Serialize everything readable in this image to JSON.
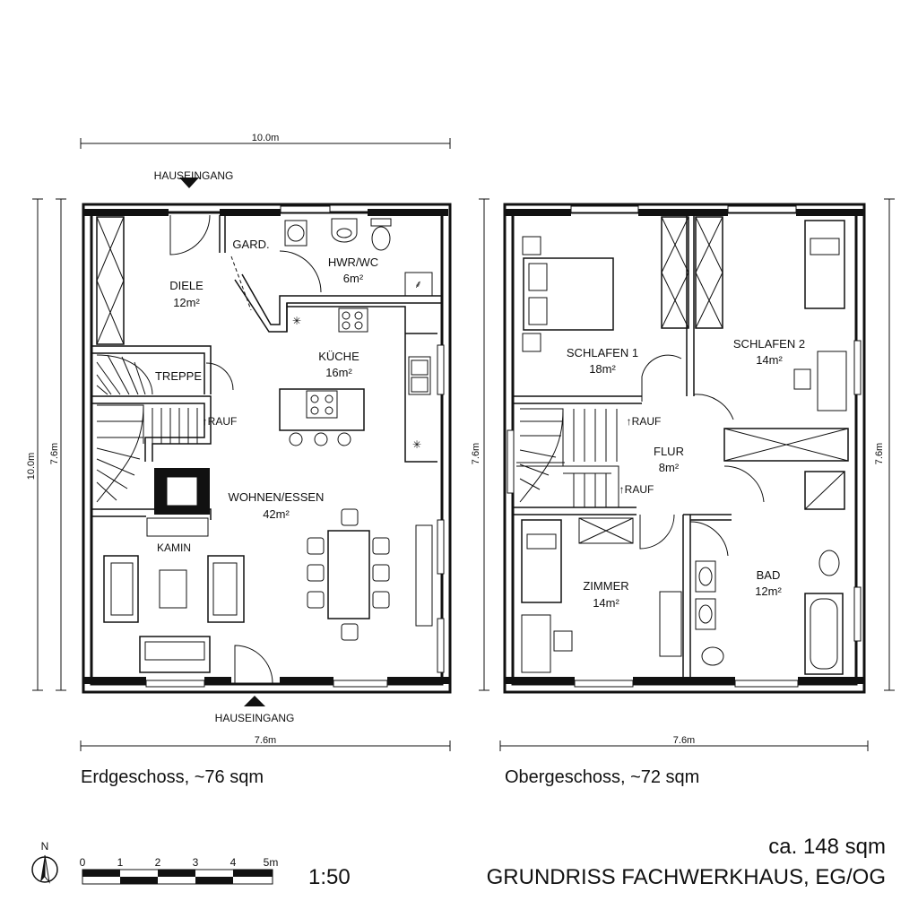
{
  "ground_floor": {
    "dim_width_top": "10.0m",
    "dim_width_bottom": "7.6m",
    "dim_height_outer": "10.0m",
    "dim_height_inner": "7.6m",
    "entrance_top": "HAUSEINGANG",
    "entrance_bottom": "HAUSEINGANG",
    "caption": "Erdgeschoss, ~76 sqm",
    "rooms": {
      "diele": {
        "name": "DIELE",
        "area": "12m²"
      },
      "gard": {
        "name": "GARD."
      },
      "hwr": {
        "name": "HWR/WC",
        "area": "6m²"
      },
      "kueche": {
        "name": "KÜCHE",
        "area": "16m²"
      },
      "treppe": {
        "name": "TREPPE"
      },
      "rauf": {
        "name": "↑RAUF"
      },
      "wohnen": {
        "name": "WOHNEN/ESSEN",
        "area": "42m²"
      },
      "kamin": {
        "name": "KAMIN"
      }
    }
  },
  "upper_floor": {
    "dim_width_bottom": "7.6m",
    "dim_height_left": "7.6m",
    "dim_height_right": "7.6m",
    "caption": "Obergeschoss, ~72 sqm",
    "rooms": {
      "schlafen1": {
        "name": "SCHLAFEN 1",
        "area": "18m²"
      },
      "schlafen2": {
        "name": "SCHLAFEN 2",
        "area": "14m²"
      },
      "flur": {
        "name": "FLUR",
        "area": "8m²"
      },
      "rauf1": {
        "name": "↑RAUF"
      },
      "rauf2": {
        "name": "↑RAUF"
      },
      "zimmer": {
        "name": "ZIMMER",
        "area": "14m²"
      },
      "bad": {
        "name": "BAD",
        "area": "12m²"
      }
    }
  },
  "legend": {
    "north": "N",
    "scale_ticks": [
      "0",
      "1",
      "2",
      "3",
      "4",
      "5m"
    ],
    "scale_ratio": "1:50",
    "total_area": "ca. 148 sqm",
    "title": "GRUNDRISS FACHWERKHAUS, EG/OG"
  }
}
